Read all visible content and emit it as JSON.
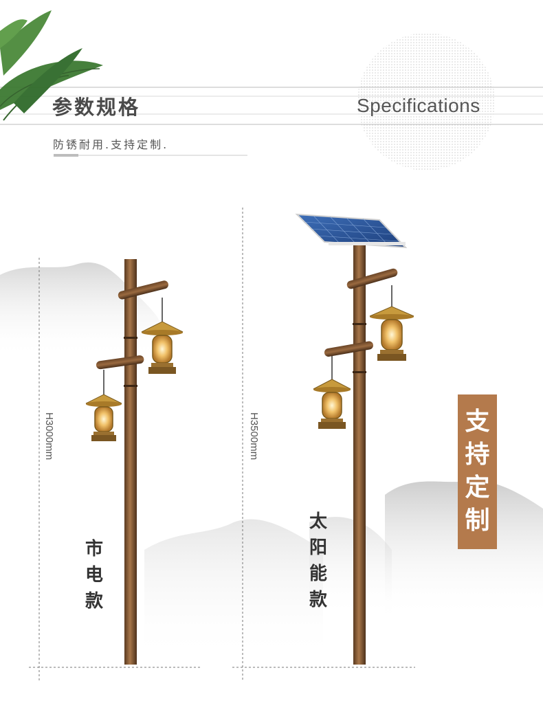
{
  "header": {
    "title_cn": "参数规格",
    "title_en": "Specifications",
    "subtitle": "防锈耐用.支持定制."
  },
  "products": [
    {
      "height": "H3000mm",
      "name": "市电款"
    },
    {
      "height": "H3500mm",
      "name": "太阳能款"
    }
  ],
  "badge": "支持定制",
  "colors": {
    "accent": "#b47a4c",
    "pole": "#8a5a34",
    "text": "#333333"
  }
}
